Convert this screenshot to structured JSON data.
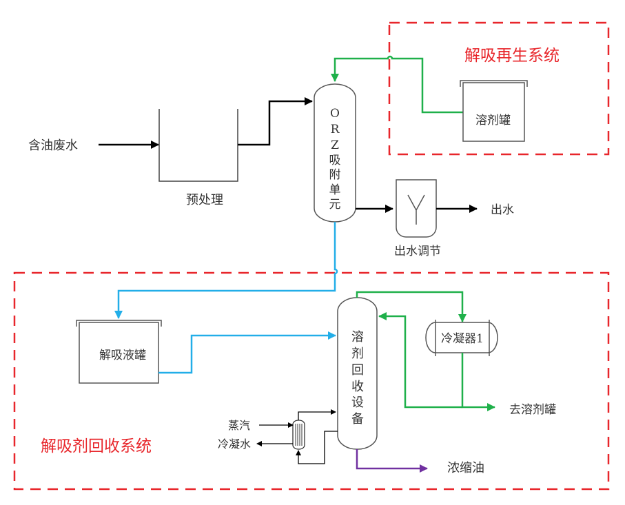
{
  "colors": {
    "black_flow": "#000000",
    "green_flow": "#1fb04a",
    "blue_flow": "#22aee8",
    "purple_flow": "#7030a0",
    "system_border": "#e8262b",
    "equipment": "#555555"
  },
  "labels": {
    "feed": "含油废水",
    "pretreatment": "预处理",
    "adsorption_unit": [
      "O",
      "R",
      "Z",
      "吸",
      "附",
      "单",
      "元"
    ],
    "outlet_regulation": "出水调节",
    "outlet_water": "出水",
    "solvent_tank": "溶剂罐",
    "desorption_liquid_tank": "解吸液罐",
    "solvent_recovery": [
      "溶",
      "剂",
      "回",
      "收",
      "设",
      "备"
    ],
    "condenser": "冷凝器1",
    "to_solvent_tank": "去溶剂罐",
    "steam": "蒸汽",
    "condensate": "冷凝水",
    "concentrated_oil": "浓缩油"
  },
  "systems": {
    "regeneration": "解吸再生系统",
    "recovery": "解吸剂回收系统"
  }
}
